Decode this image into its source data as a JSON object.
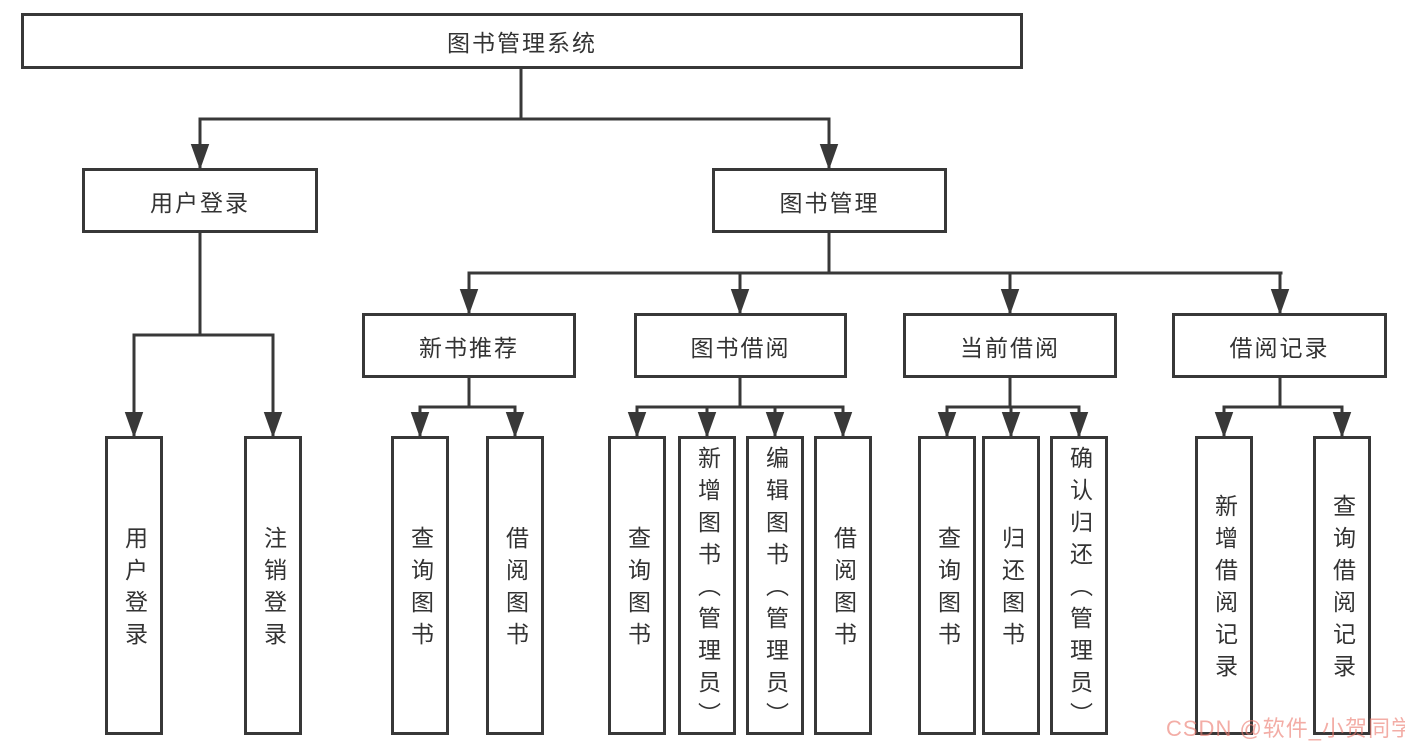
{
  "diagram": {
    "title": "图书管理系统"
  },
  "nodes": {
    "root": "图书管理系统",
    "user_login": "用户登录",
    "book_mgmt": "图书管理",
    "new_book_rec": "新书推荐",
    "book_borrow": "图书借阅",
    "current_borrow": "当前借阅",
    "borrow_record": "借阅记录",
    "leaf_user_login": "用户登录",
    "leaf_logout": "注销登录",
    "leaf_query_book_rec": "查询图书",
    "leaf_borrow_book_rec": "借阅图书",
    "leaf_query_book_borrow": "查询图书",
    "leaf_add_book_admin": "新增图书（管理员）",
    "leaf_edit_book_admin": "编辑图书（管理员）",
    "leaf_borrow_book_borrow": "借阅图书",
    "leaf_query_book_current": "查询图书",
    "leaf_return_book": "归还图书",
    "leaf_confirm_return_admin": "确认归还（管理员）",
    "leaf_add_borrow_record": "新增借阅记录",
    "leaf_query_borrow_record": "查询借阅记录"
  },
  "watermark": {
    "text": "CSDN @软件_小贺同学",
    "color": "#ec7a70"
  },
  "colors": {
    "line": "#383838",
    "text": "#333333",
    "box_fill": "#ffffff",
    "background": "#ffffff"
  }
}
